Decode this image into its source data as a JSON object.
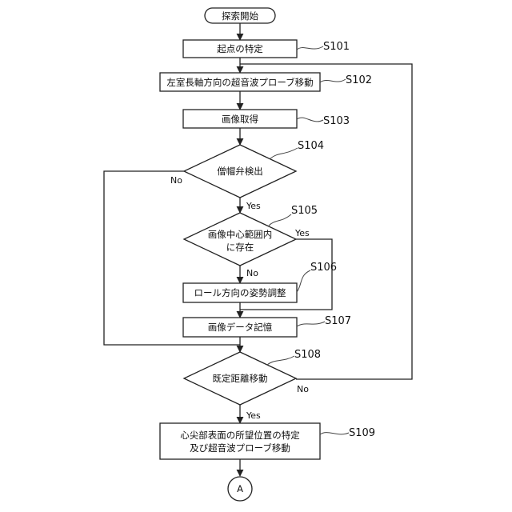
{
  "flowchart": {
    "start": "探索開始",
    "s101": "起点の特定",
    "s102": "左室長軸方向の超音波プローブ移動",
    "s103": "画像取得",
    "s104": "僧帽弁検出",
    "s105_line1": "画像中心範囲内",
    "s105_line2": "に存在",
    "s106": "ロール方向の姿勢調整",
    "s107": "画像データ記憶",
    "s108": "既定距離移動",
    "s109_line1": "心尖部表面の所望位置の特定",
    "s109_line2": "及び超音波プローブ移動",
    "connector": "A"
  },
  "labels": {
    "s101": "S101",
    "s102": "S102",
    "s103": "S103",
    "s104": "S104",
    "s105": "S105",
    "s106": "S106",
    "s107": "S107",
    "s108": "S108",
    "s109": "S109"
  },
  "branches": {
    "s104_no": "No",
    "s104_yes": "Yes",
    "s105_yes": "Yes",
    "s105_no": "No",
    "s108_no": "No",
    "s108_yes": "Yes"
  }
}
